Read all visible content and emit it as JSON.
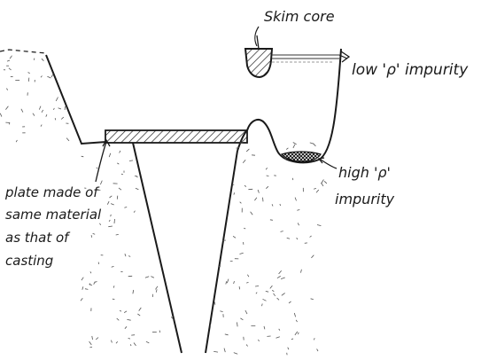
{
  "labels": {
    "skim_core": "Skim core",
    "low_impurity": "low 'ρ' impurity",
    "high_impurity_line1": "high 'ρ'",
    "high_impurity_line2": "impurity",
    "plate_line1": "plate made of",
    "plate_line2": "same material",
    "plate_line3": "as that of",
    "plate_line4": "casting"
  },
  "colors": {
    "ink": "#1a1a1a",
    "sand_dot": "#555555",
    "paper": "#ffffff"
  }
}
